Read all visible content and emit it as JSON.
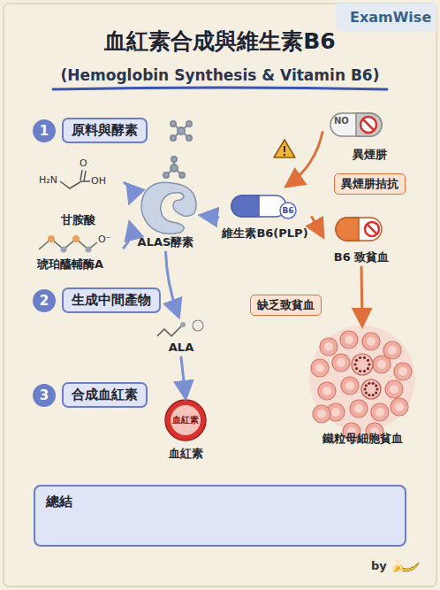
{
  "diagram": {
    "title": "血紅素合成與維生素B6",
    "nodes": [
      {
        "text": [
          "1"
        ]
      },
      {
        "text": [
          "原料與酵素"
        ]
      },
      {
        "text": [
          "甘胺酸"
        ]
      },
      {
        "text": [
          "琥珀醯輔酶A"
        ]
      },
      {
        "text": [
          "ALAS酵素"
        ]
      },
      {
        "text": [
          "NO",
          "異煙肼"
        ]
      },
      {
        "text": [
          "B6",
          "維生素B6(PLP)"
        ]
      },
      {
        "text": [
          "B6 致貧血"
        ]
      },
      {
        "text": [
          "2"
        ]
      },
      {
        "text": [
          "生成中間產物"
        ]
      },
      {
        "text": [
          "ALA"
        ]
      },
      {
        "text": [
          "鐵粒母細胞貧血"
        ]
      },
      {
        "text": [
          "3"
        ]
      },
      {
        "text": [
          "合成血紅素"
        ]
      },
      {
        "text": [
          "血紅素",
          "血紅素"
        ]
      },
      {
        "text": [
          "總結"
        ]
      }
    ],
    "edges": [
      {
        "from": 2,
        "to": 4,
        "arrow": "to"
      },
      {
        "from": 3,
        "to": 4,
        "arrow": "to"
      },
      {
        "from": 6,
        "to": 4,
        "arrow": "to"
      },
      {
        "from": 5,
        "to": 6,
        "label": "異煙肼拮抗",
        "arrow": "to"
      },
      {
        "from": 6,
        "to": 7,
        "arrow": "to"
      },
      {
        "from": 7,
        "to": 11,
        "label": "缺乏致貧血",
        "arrow": "to"
      },
      {
        "from": 4,
        "to": 10,
        "arrow": "to"
      },
      {
        "from": 10,
        "to": 14,
        "arrow": "to"
      }
    ],
    "labels": [
      "ExamWise",
      "(Hemoglobin Synthesis & Vitamin B6)",
      "H₂N",
      "O",
      "OH",
      "O⁻",
      "by 🍌"
    ]
  }
}
